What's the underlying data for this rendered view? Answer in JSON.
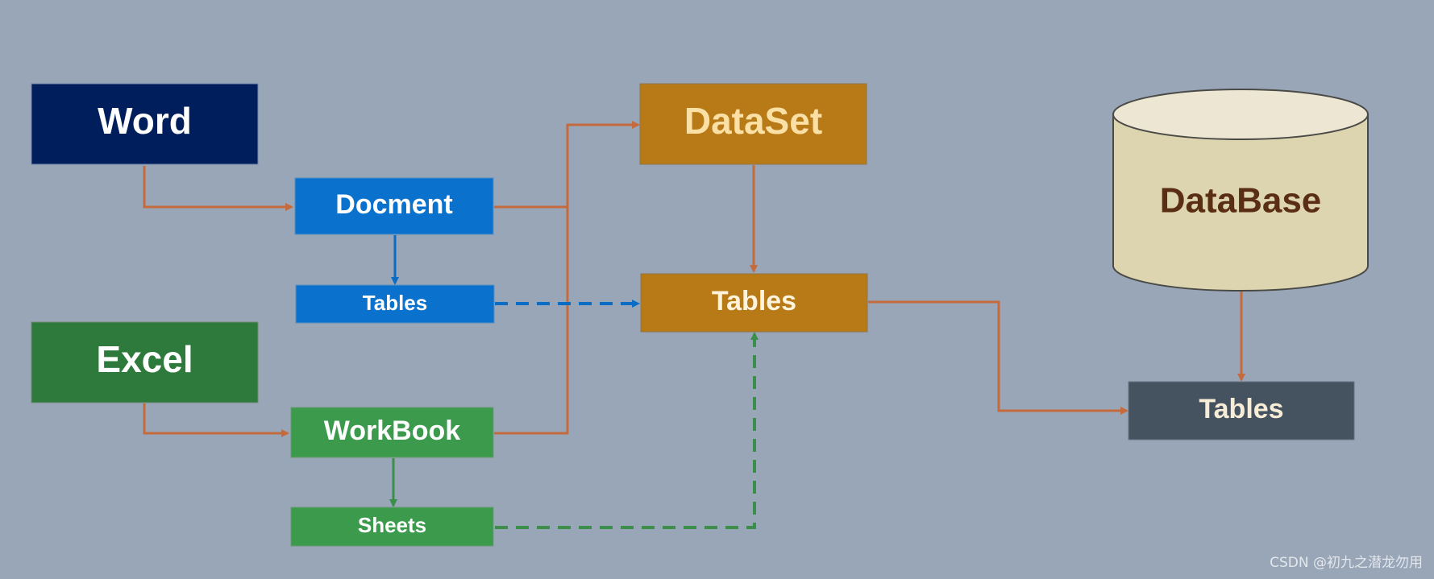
{
  "nodes": {
    "word": "Word",
    "excel": "Excel",
    "document": "Docment",
    "document_tables": "Tables",
    "workbook": "WorkBook",
    "sheets": "Sheets",
    "dataset": "DataSet",
    "dataset_tables": "Tables",
    "database": "DataBase",
    "database_tables": "Tables"
  },
  "watermark": "CSDN @初九之潜龙勿用",
  "colors": {
    "background": "#98a6b8",
    "word": "#001e5c",
    "excel": "#2e7a3d",
    "document": "#0a72cc",
    "workbook": "#3b9a4b",
    "dataset": "#b87a16",
    "database_top": "#ece6d2",
    "database_body": "#ddd4b0",
    "database_text": "#5a2e13",
    "database_tables": "#455260",
    "connector": "#c46a3c",
    "blue_dashed": "#0a6cc4",
    "green_dashed": "#3c8f4a",
    "dataset_text": "#fbe0a6",
    "dataset_tables_text": "#fff3dc",
    "database_tables_text": "#f7ecd6"
  }
}
